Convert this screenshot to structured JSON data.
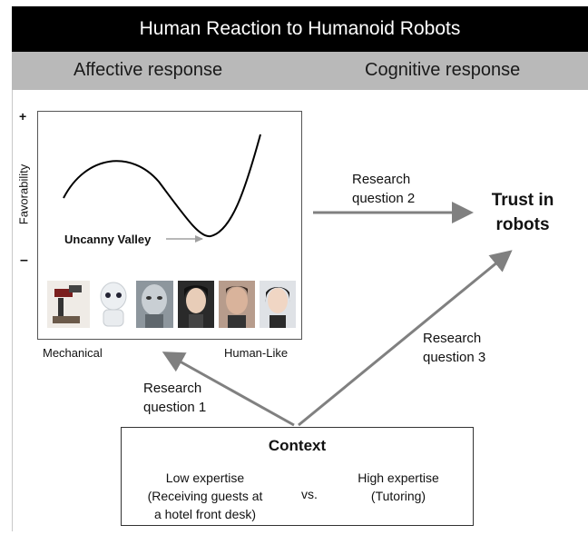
{
  "header": {
    "title": "Human Reaction to Humanoid Robots",
    "affective": "Affective response",
    "cognitive": "Cognitive response"
  },
  "plot": {
    "y_label": "Favorability",
    "y_plus": "+",
    "y_minus": "–",
    "valley_label": "Uncanny Valley",
    "x_left": "Mechanical",
    "x_right": "Human-Like"
  },
  "robots": [
    {
      "name": "industrial-robot",
      "bg": "#e8e4e0"
    },
    {
      "name": "pepper-robot",
      "bg": "#ffffff"
    },
    {
      "name": "android-robot",
      "bg": "#9aa3aa"
    },
    {
      "name": "android-woman",
      "bg": "#2a2a2a"
    },
    {
      "name": "android-man",
      "bg": "#c9b2a3"
    },
    {
      "name": "human-woman",
      "bg": "#dfe2e6"
    }
  ],
  "research_q2": [
    "Research",
    "question 2"
  ],
  "research_q3": [
    "Research",
    "question 3"
  ],
  "research_q1": [
    "Research",
    "question 1"
  ],
  "trust": [
    "Trust in",
    "robots"
  ],
  "context": {
    "title": "Context",
    "low": [
      "Low expertise",
      "(Receiving guests at",
      "a hotel front desk)"
    ],
    "vs": "vs.",
    "high": [
      "High expertise",
      "(Tutoring)"
    ]
  },
  "colors": {
    "arrow": "#808080",
    "title_bg": "#000000",
    "subhead_bg": "#b9b9b9"
  }
}
